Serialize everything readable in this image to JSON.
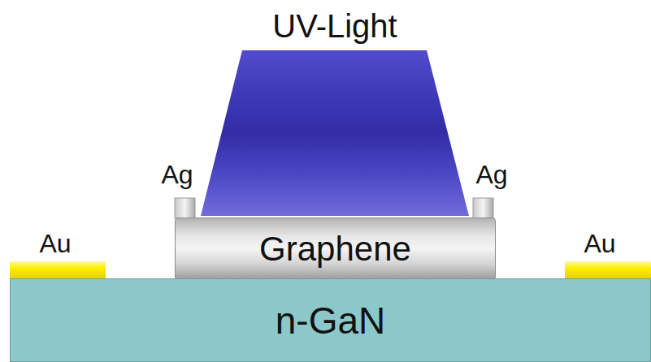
{
  "diagram": {
    "nodes": [
      {
        "text": [
          "UV-Light"
        ]
      },
      {
        "text": [
          "Graphene"
        ]
      },
      {
        "text": [
          "n-GaN"
        ]
      }
    ],
    "labels": [
      "Ag",
      "Ag",
      "Au",
      "Au"
    ]
  }
}
